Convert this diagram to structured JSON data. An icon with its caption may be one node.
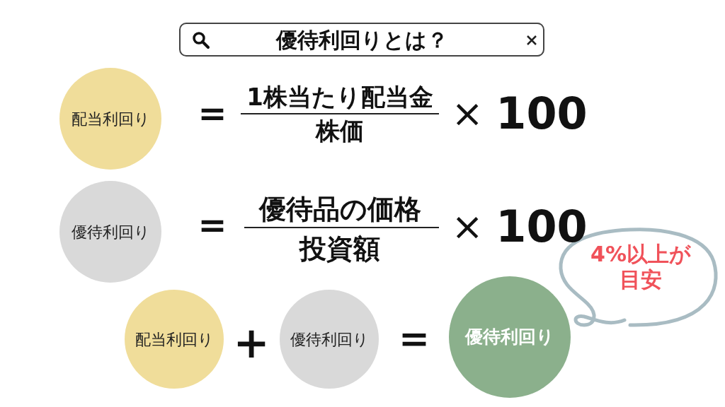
{
  "diagram": {
    "title": "優待利回りとは？",
    "nodes": [
      {
        "text": [
          "配当利回り"
        ]
      },
      {
        "text": [
          "優待利回り"
        ]
      },
      {
        "text": [
          "配当利回り"
        ]
      },
      {
        "text": [
          "優待利回り"
        ]
      },
      {
        "text": [
          "優待利回り"
        ]
      },
      {
        "text": [
          "4%以上が目安"
        ]
      }
    ],
    "labels": [
      "＝",
      "1株当たり配当金",
      "株価",
      "×",
      "100",
      "＝",
      "優待品の価格",
      "投資額",
      "×",
      "100",
      "＋",
      "＝"
    ]
  }
}
